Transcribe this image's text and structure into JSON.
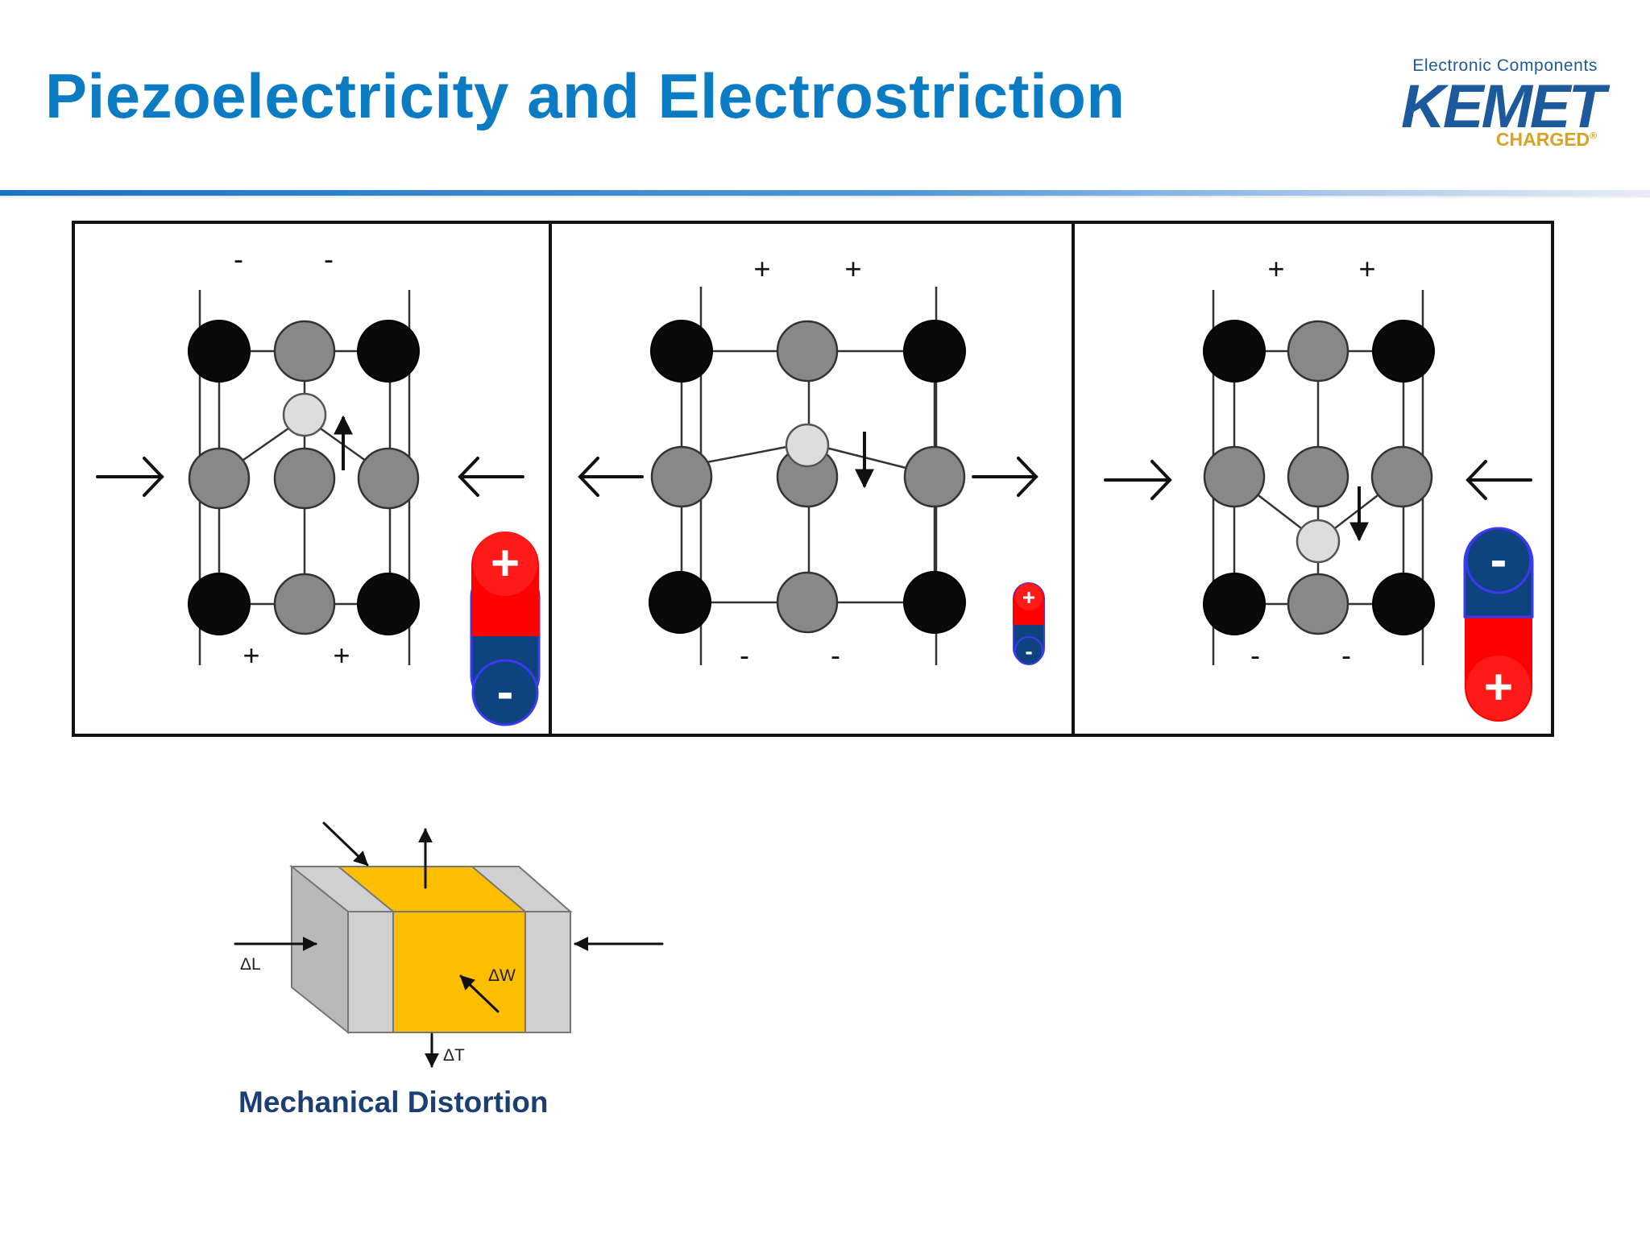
{
  "slide": {
    "title": "Piezoelectricity and Electrostriction",
    "caption": "Mechanical Distortion"
  },
  "logo": {
    "top_text": "Electronic Components",
    "brand": "KEMET",
    "tagline": "CHARGED",
    "mark": "®",
    "colors": {
      "brand": "#1d5a9c",
      "tagline": "#d8a322"
    }
  },
  "panels": [
    {
      "top_charge": "-",
      "bottom_charge": "+",
      "battery": {
        "top": "+",
        "bottom": "-"
      }
    },
    {
      "top_charge": "+",
      "bottom_charge": "-",
      "battery": {
        "top": "+",
        "bottom": "-"
      }
    },
    {
      "top_charge": "+",
      "bottom_charge": "-",
      "battery": {
        "top": "-",
        "bottom": "+"
      }
    }
  ],
  "capacitor": {
    "labels": {
      "length": "ΔL",
      "width": "ΔW",
      "thickness": "ΔT"
    },
    "colors": {
      "electrode": "#d0d0d0",
      "body": "#fbbe00"
    }
  },
  "colors": {
    "title": "#0b7cc3",
    "caption": "#1b3f73",
    "positive": "#ff0000",
    "negative": "#0f4380"
  }
}
